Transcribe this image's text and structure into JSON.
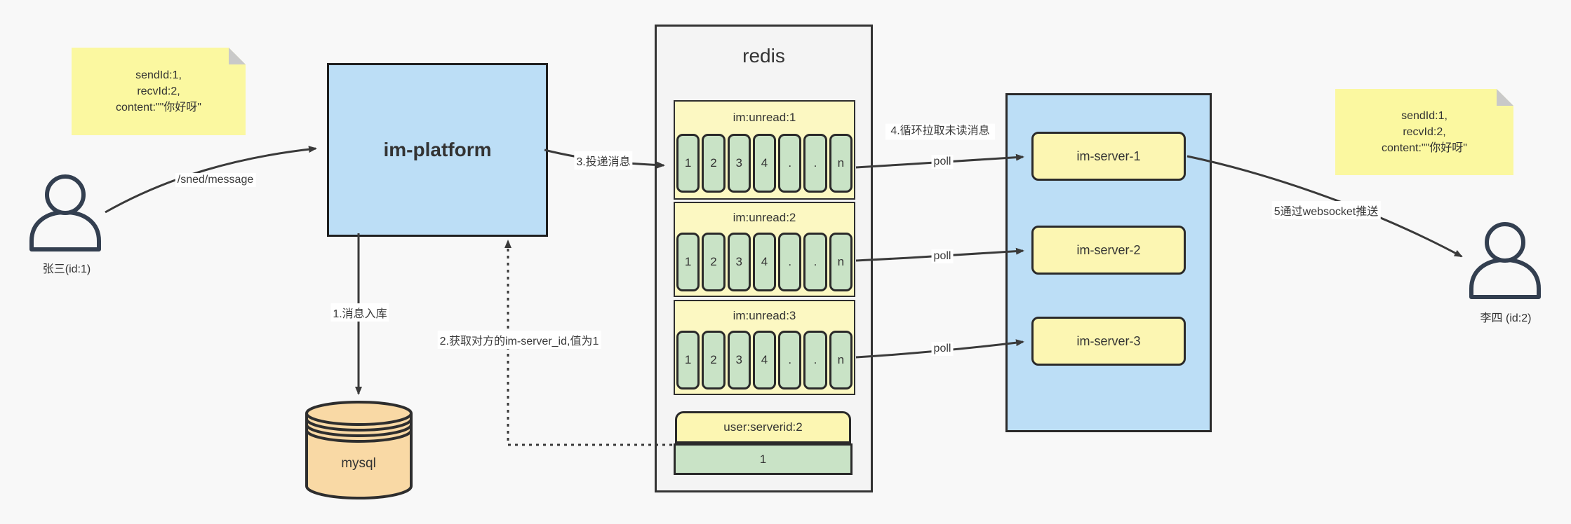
{
  "colors": {
    "background": "#f8f8f8",
    "platform_blue": "#bcdef6",
    "note_yellow": "#fbf8a0",
    "queue_yellow": "#fcf8c2",
    "server_yellow": "#fcf6b2",
    "cell_green": "#c9e3c6",
    "db_orange": "#f9d9a5",
    "redis_gray": "#f4f4f4",
    "edge_stroke": "#3a3a3a",
    "person_stroke": "#333f50"
  },
  "actors": {
    "sender": {
      "label": "张三(id:1)"
    },
    "receiver": {
      "label": "李四 (id:2)"
    }
  },
  "notes": {
    "sender_payload": {
      "line1": "sendId:1,",
      "line2": "recvId:2,",
      "line3": "content:\"\"你好呀\""
    },
    "receiver_payload": {
      "line1": "sendId:1,",
      "line2": "recvId:2,",
      "line3": "content:\"\"你好呀\""
    }
  },
  "platform": {
    "label": "im-platform"
  },
  "database": {
    "label": "mysql"
  },
  "redis": {
    "title": "redis",
    "queues": [
      {
        "title": "im:unread:1",
        "cells": [
          "1",
          "2",
          "3",
          "4",
          ".",
          ".",
          "n"
        ]
      },
      {
        "title": "im:unread:2",
        "cells": [
          "1",
          "2",
          "3",
          "4",
          ".",
          ".",
          "n"
        ]
      },
      {
        "title": "im:unread:3",
        "cells": [
          "1",
          "2",
          "3",
          "4",
          ".",
          ".",
          "n"
        ]
      }
    ],
    "mapping": {
      "title": "user:serverid:2",
      "value": "1"
    }
  },
  "cluster": {
    "servers": [
      {
        "label": "im-server-1"
      },
      {
        "label": "im-server-2"
      },
      {
        "label": "im-server-3"
      }
    ]
  },
  "edges": {
    "send": "/sned/message",
    "step1": "1.消息入库",
    "step2": "2.获取对方的im-server_id,值为1",
    "step3": "3.投递消息",
    "step4": "4.循环拉取未读消息",
    "poll1": "poll",
    "poll2": "poll",
    "poll3": "poll",
    "step5": "5通过websocket推送"
  }
}
